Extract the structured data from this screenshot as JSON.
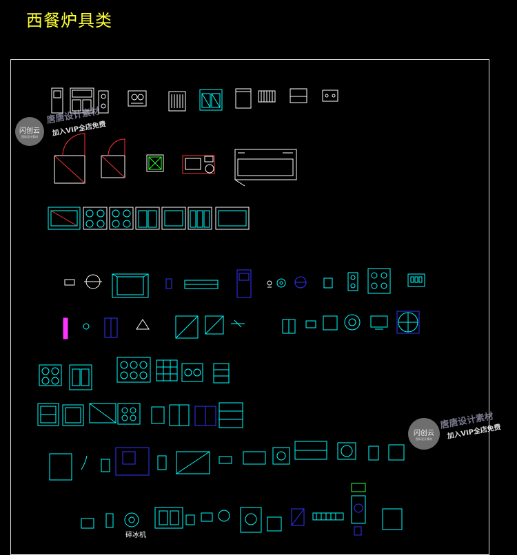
{
  "title": "西餐炉具类",
  "label_ice_machine": "碎冰机",
  "watermark": {
    "logo_text": "闪创云",
    "logo_subtext": "国际设计素材",
    "brand": "唐唐设计素材",
    "vip": "加入VIP全店免费"
  },
  "colors": {
    "title": "#ffff33",
    "frame": "#e6e6e6",
    "cyan": "#00ffff",
    "white": "#ffffff",
    "red": "#ff3333",
    "blue": "#3333ff",
    "green": "#33ff33",
    "magenta": "#ff33ff"
  }
}
